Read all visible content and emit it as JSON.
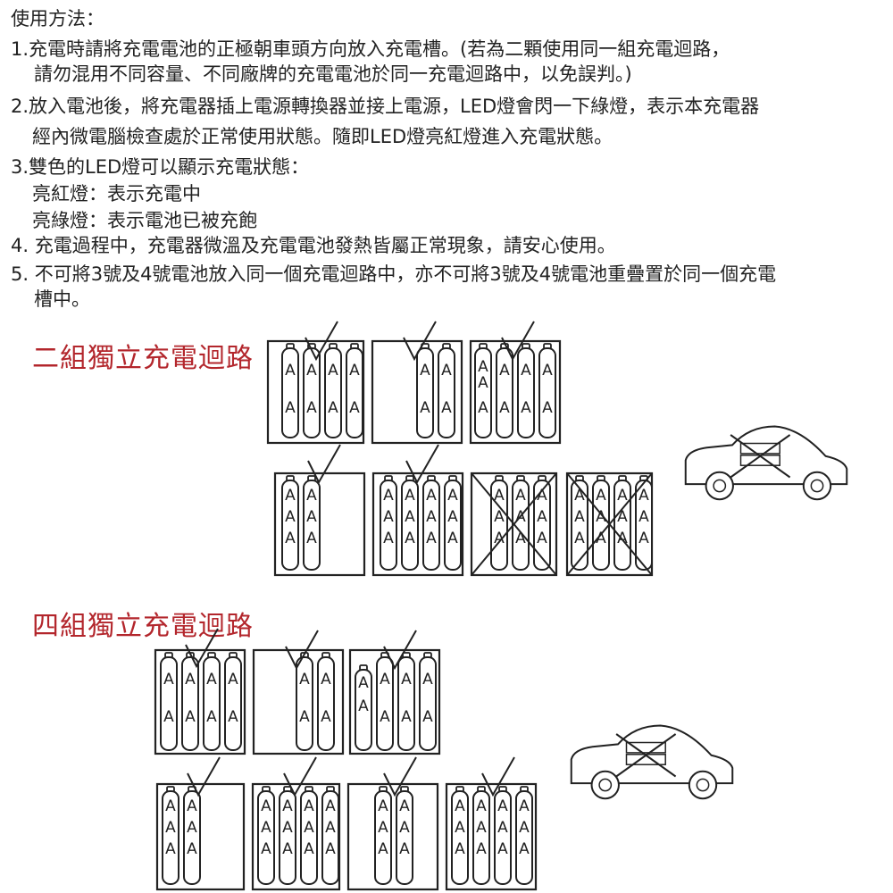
{
  "instructions": {
    "heading": "使用方法：",
    "lines": [
      "1.充電時請將充電電池的正極朝車頭方向放入充電槽。(若為二顆使用同一組充電迴路，",
      "請勿混用不同容量、不同廠牌的充電電池於同一充電迴路中，以免誤判。)",
      "2.放入電池後，將充電器插上電源轉換器並接上電源，LED燈會閃一下綠燈，表示本充電器",
      "經內微電腦檢查處於正常使用狀態。隨即LED燈亮紅燈進入充電狀態。",
      "3.雙色的LED燈可以顯示充電狀態：",
      "亮紅燈：表示充電中",
      "亮綠燈：表示電池已被充飽",
      "4. 充電過程中，充電器微溫及充電電池發熱皆屬正常現象，請安心使用。",
      "5. 不可將3號及4號電池放入同一個充電迴路中，亦不可將3號及4號電池重疊置於同一個充電",
      "槽中。"
    ]
  },
  "section_two": {
    "title": "二組獨立充電迴路"
  },
  "section_four": {
    "title": "四組獨立充電迴路"
  },
  "glyphs": {
    "battery_letter": "A"
  },
  "icons": [
    "check-mark-icon",
    "cross-mark-icon",
    "battery-icon",
    "car-icon"
  ],
  "colors": {
    "section_title": "#b3262c",
    "text": "#222222"
  }
}
